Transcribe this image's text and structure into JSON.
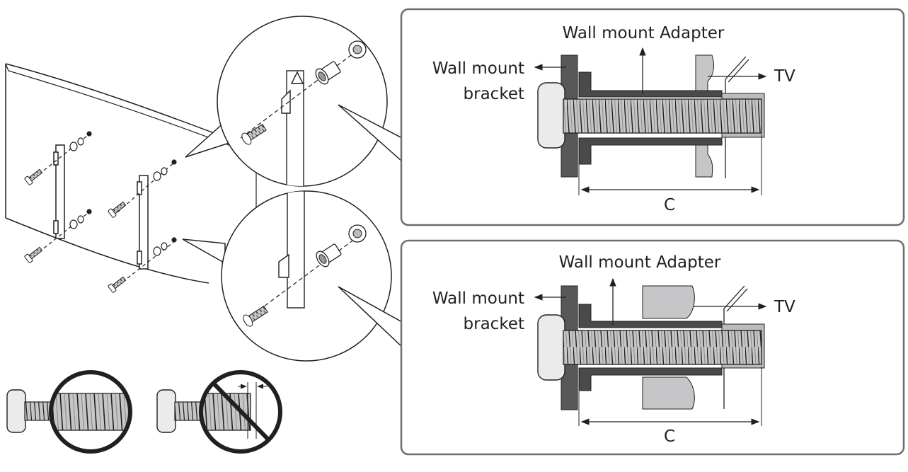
{
  "panels": [
    {
      "adapter_label": "Wall mount Adapter",
      "bracket_label_line1": "Wall mount",
      "bracket_label_line2": "bracket",
      "tv_label": "TV",
      "dimension_label": "C"
    },
    {
      "adapter_label": "Wall mount Adapter",
      "bracket_label_line1": "Wall mount",
      "bracket_label_line2": "bracket",
      "tv_label": "TV",
      "dimension_label": "C"
    }
  ],
  "colors": {
    "line": "#231f20",
    "dark_gray": "#4d4d4f",
    "mid_gray": "#7b7b7d",
    "light_gray": "#c8c8c9",
    "thread_fill": "#bdbdbf",
    "panel_border": "#6d6e71"
  },
  "icons": {
    "correct_screw": "screw-threads-correct-icon",
    "incorrect_screw": "screw-threads-prohibited-icon"
  }
}
